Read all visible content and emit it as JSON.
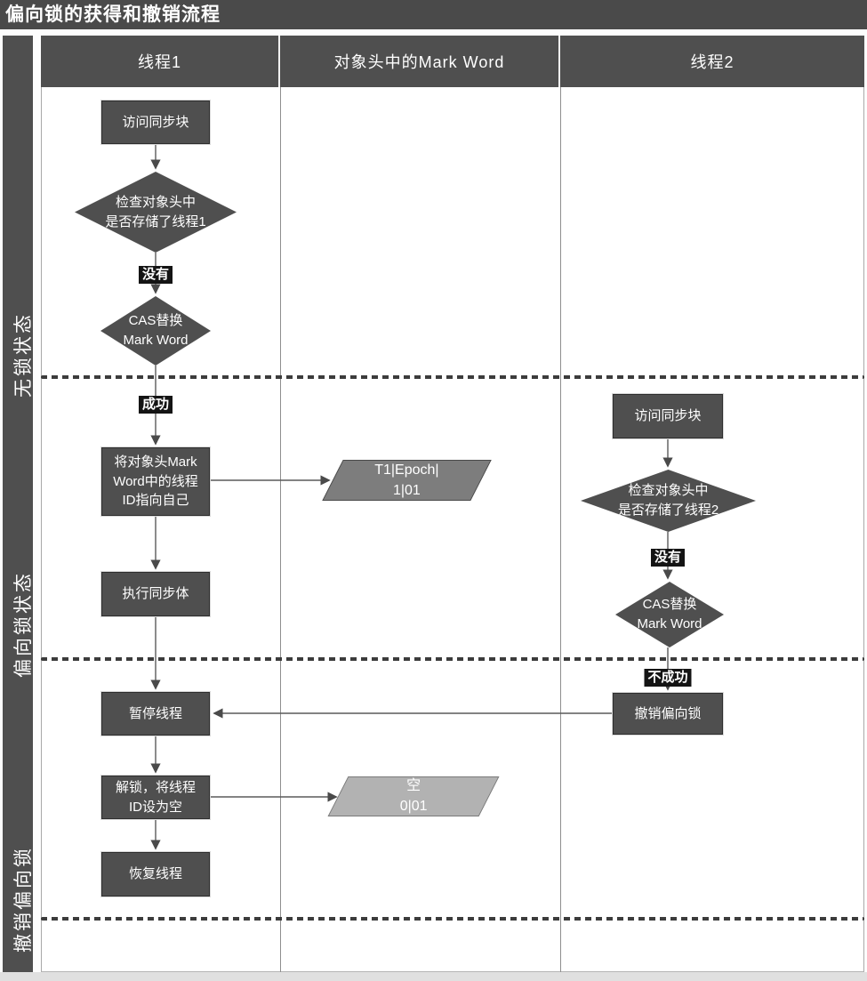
{
  "title": "偏向锁的获得和撤销流程",
  "lanes": [
    {
      "label": "线程1"
    },
    {
      "label": "对象头中的Mark Word"
    },
    {
      "label": "线程2"
    }
  ],
  "side_labels": [
    {
      "label": "无锁状态"
    },
    {
      "label": "偏向锁状态"
    },
    {
      "label": "撤销偏向锁"
    }
  ],
  "nodes": {
    "t1_access": {
      "type": "process",
      "label": "访问同步块"
    },
    "t1_check": {
      "type": "decision",
      "label": "检查对象头中\n是否存储了线程1"
    },
    "t1_cas": {
      "type": "decision",
      "label": "CAS替换\nMark Word"
    },
    "t1_set_id": {
      "type": "process",
      "label": "将对象头Mark\nWord中的线程\nID指向自己"
    },
    "t1_exec": {
      "type": "process",
      "label": "执行同步体"
    },
    "t1_pause": {
      "type": "process",
      "label": "暂停线程"
    },
    "t1_unlock": {
      "type": "process",
      "label": "解锁，将线程\nID设为空"
    },
    "t1_resume": {
      "type": "process",
      "label": "恢复线程"
    },
    "mw_biased": {
      "type": "data",
      "label": "T1|Epoch|\n1|01"
    },
    "mw_empty": {
      "type": "data",
      "label": "空\n0|01"
    },
    "t2_access": {
      "type": "process",
      "label": "访问同步块"
    },
    "t2_check": {
      "type": "decision",
      "label": "检查对象头中\n是否存储了线程2"
    },
    "t2_cas": {
      "type": "decision",
      "label": "CAS替换\nMark Word"
    },
    "t2_revoke": {
      "type": "process",
      "label": "撤销偏向锁"
    }
  },
  "edge_labels": {
    "t1_no": "没有",
    "t1_success": "成功",
    "t2_no": "没有",
    "t2_fail": "不成功"
  },
  "colors": {
    "dark_gray": "#4f4f4f",
    "badge_bg": "#141414",
    "mw_biased_fill": "#7d7d7d",
    "mw_empty_fill": "#b2b2b2",
    "connector": "#555555"
  }
}
